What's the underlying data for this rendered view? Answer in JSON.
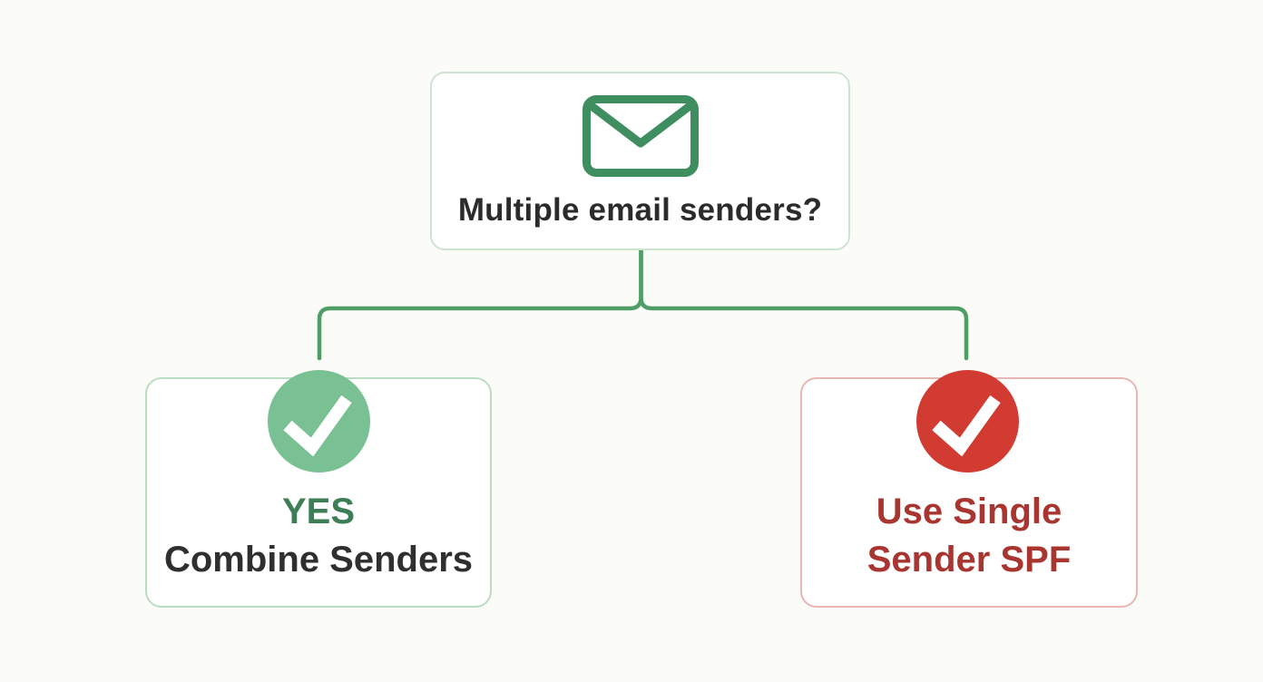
{
  "diagram": {
    "background": "#fbfbf8",
    "connector_color": "#4f9e66",
    "root": {
      "icon": "envelope-icon",
      "icon_color": "#3f8e5f",
      "label": "Multiple email senders?",
      "label_color": "#2b2b2b",
      "border_color": "#cfe3d3",
      "fill": "#ffffff"
    },
    "branch_yes": {
      "badge_icon": "check-icon",
      "badge_color": "#79c093",
      "check_color": "#ffffff",
      "title": "YES",
      "title_color": "#3e7e57",
      "subtitle": "Combine Senders",
      "subtitle_color": "#2f2f2f",
      "border_color": "#b9dcc2",
      "fill": "#ffffff"
    },
    "branch_no": {
      "badge_icon": "check-icon",
      "badge_color": "#d23b31",
      "check_color": "#ffffff",
      "label_line1": "Use Single",
      "label_line2": "Sender SPF",
      "text_color": "#a93531",
      "border_color": "#e9b6b3",
      "fill": "#ffffff"
    }
  }
}
